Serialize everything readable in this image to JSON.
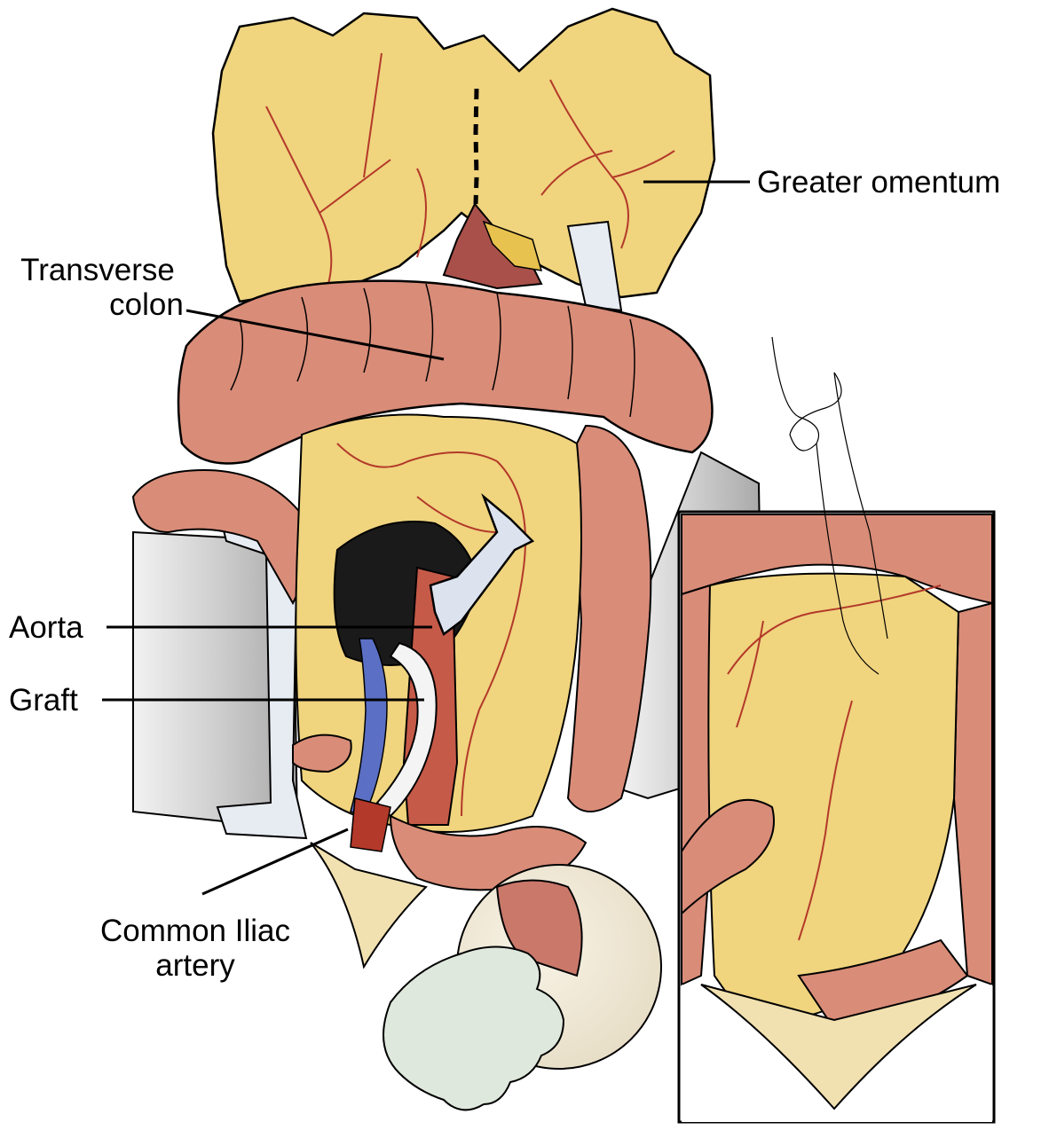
{
  "labels": {
    "greater_omentum": "Greater omentum",
    "transverse_colon_line1": "Transverse",
    "transverse_colon_line2": "colon",
    "aorta": "Aorta",
    "graft": "Graft",
    "common_iliac_line1": "Common Iliac",
    "common_iliac_line2": "artery"
  },
  "colors": {
    "omentum_fat": "#f0d47e",
    "colon": "#d98c78",
    "colon_dark": "#c46a58",
    "vessel": "#b3392a",
    "vein": "#5b6fc4",
    "retractor": "#d9d9d9",
    "glove": "#dfe8dc",
    "line": "#000000"
  }
}
